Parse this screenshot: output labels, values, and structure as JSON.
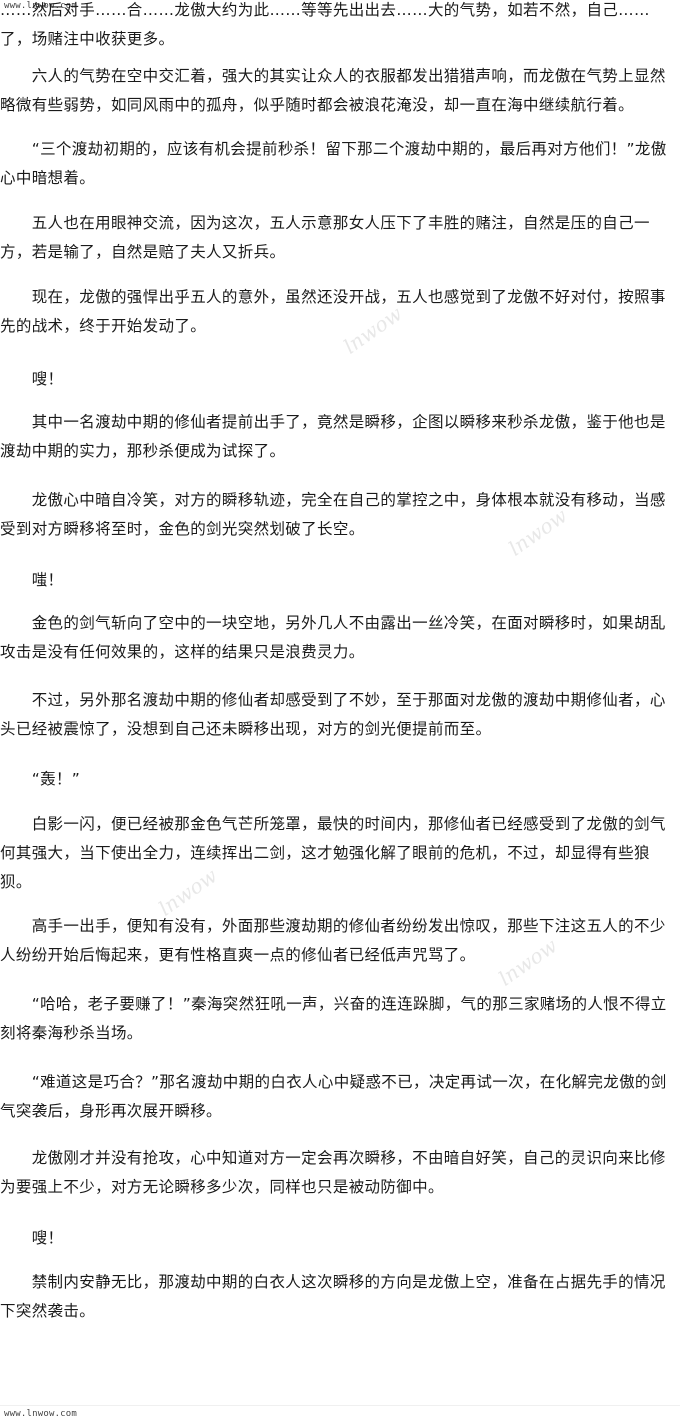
{
  "source_top": "www.lnwow.com",
  "source_bottom": "www.lnwow.com",
  "paragraphs": [
    "……然后对手……合……龙傲大约为此……等等先出出去……大的气势，如若不然，自己……了，场赌注中收获更多。",
    "　　六人的气势在空中交汇着，强大的其实让众人的衣服都发出猎猎声响，而龙傲在气势上显然略微有些弱势，如同风雨中的孤舟，似乎随时都会被浪花淹没，却一直在海中继续航行着。",
    "　　“三个渡劫初期的，应该有机会提前秒杀！留下那二个渡劫中期的，最后再对方他们！”龙傲心中暗想着。",
    "　　五人也在用眼神交流，因为这次，五人示意那女人压下了丰胜的赌注，自然是压的自己一方，若是输了，自然是赔了夫人又折兵。",
    "　　现在，龙傲的强悍出乎五人的意外，虽然还没开战，五人也感觉到了龙傲不好对付，按照事先的战术，终于开始发动了。",
    "　　嗖！",
    "　　其中一名渡劫中期的修仙者提前出手了，竟然是瞬移，企图以瞬移来秒杀龙傲，鉴于他也是渡劫中期的实力，那秒杀便成为试探了。",
    "　　龙傲心中暗自冷笑，对方的瞬移轨迹，完全在自己的掌控之中，身体根本就没有移动，当感受到对方瞬移将至时，金色的剑光突然划破了长空。",
    "　　嗤！",
    "　　金色的剑气斩向了空中的一块空地，另外几人不由露出一丝冷笑，在面对瞬移时，如果胡乱攻击是没有任何效果的，这样的结果只是浪费灵力。",
    "　　不过，另外那名渡劫中期的修仙者却感受到了不妙，至于那面对龙傲的渡劫中期修仙者，心头已经被震惊了，没想到自己还未瞬移出现，对方的剑光便提前而至。",
    "　　“轰！”",
    "　　白影一闪，便已经被那金色气芒所笼罩，最快的时间内，那修仙者已经感受到了龙傲的剑气何其强大，当下使出全力，连续挥出二剑，这才勉强化解了眼前的危机，不过，却显得有些狼狈。",
    "　　高手一出手，便知有没有，外面那些渡劫期的修仙者纷纷发出惊叹，那些下注这五人的不少人纷纷开始后悔起来，更有性格直爽一点的修仙者已经低声咒骂了。",
    "　　“哈哈，老子要赚了！”秦海突然狂吼一声，兴奋的连连跺脚，气的那三家赌场的人恨不得立刻将秦海秒杀当场。",
    "　　“难道这是巧合？”那名渡劫中期的白衣人心中疑惑不已，决定再试一次，在化解完龙傲的剑气突袭后，身形再次展开瞬移。",
    "　　龙傲刚才并没有抢攻，心中知道对方一定会再次瞬移，不由暗自好笑，自己的灵识向来比修为要强上不少，对方无论瞬移多少次，同样也只是被动防御中。",
    "　　嗖！",
    "　　禁制内安静无比，那渡劫中期的白衣人这次瞬移的方向是龙傲上空，准备在占据先手的情况下突然袭击。"
  ],
  "watermark_text": "lnwow"
}
